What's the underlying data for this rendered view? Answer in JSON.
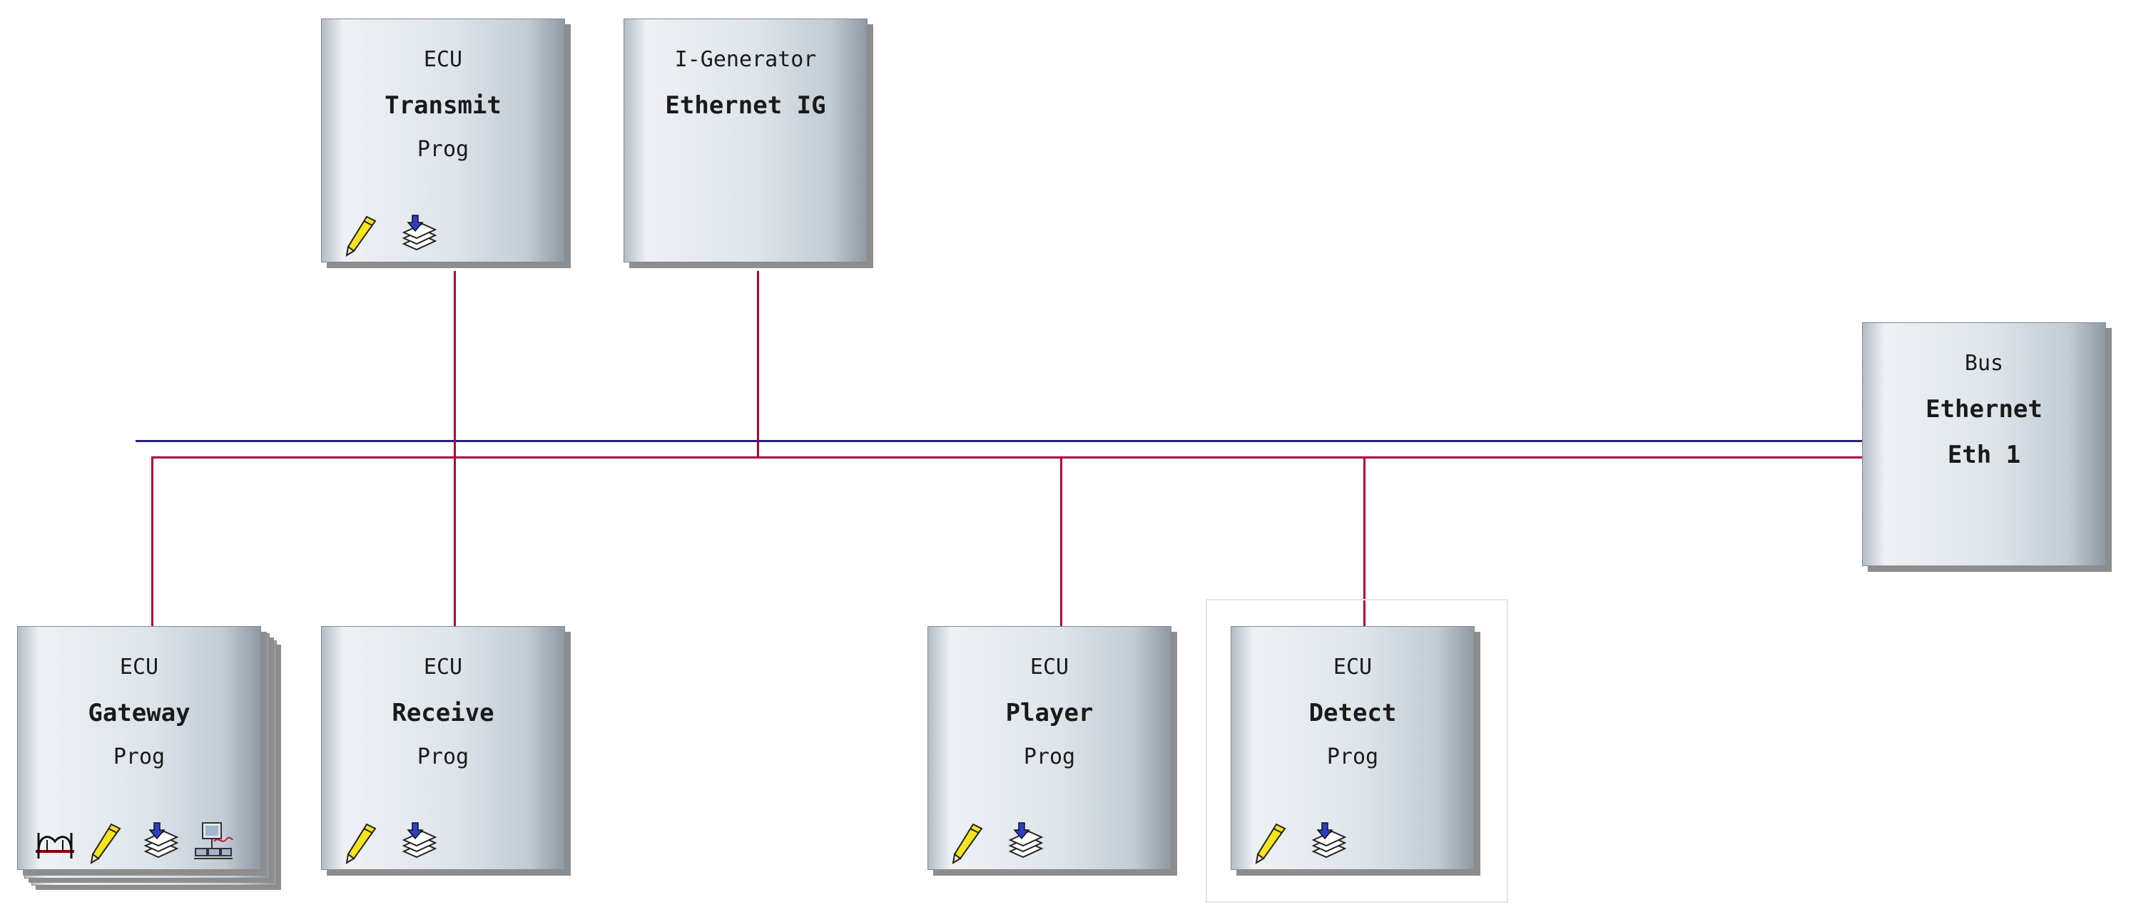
{
  "diagram": {
    "bus_line_color": "#23237a",
    "link_color": "#b0003a",
    "nodes": [
      {
        "type": "ECU",
        "name": "Transmit",
        "sub": "Prog",
        "icons": [
          "pencil-icon",
          "stacked-disks-icon"
        ]
      },
      {
        "type": "I-Generator",
        "name": "Ethernet IG",
        "sub": "",
        "icons": []
      },
      {
        "type": "Bus",
        "name": "Ethernet",
        "sub": "Eth 1",
        "icons": []
      },
      {
        "type": "ECU",
        "name": "Gateway",
        "sub": "Prog",
        "icons": [
          "bridge-icon",
          "pencil-icon",
          "stacked-disks-icon",
          "network-monitor-icon"
        ]
      },
      {
        "type": "ECU",
        "name": "Receive",
        "sub": "Prog",
        "icons": [
          "pencil-icon",
          "stacked-disks-icon"
        ]
      },
      {
        "type": "ECU",
        "name": "Player",
        "sub": "Prog",
        "icons": [
          "pencil-icon",
          "stacked-disks-icon"
        ]
      },
      {
        "type": "ECU",
        "name": "Detect",
        "sub": "Prog",
        "icons": [
          "pencil-icon",
          "stacked-disks-icon"
        ]
      }
    ]
  }
}
